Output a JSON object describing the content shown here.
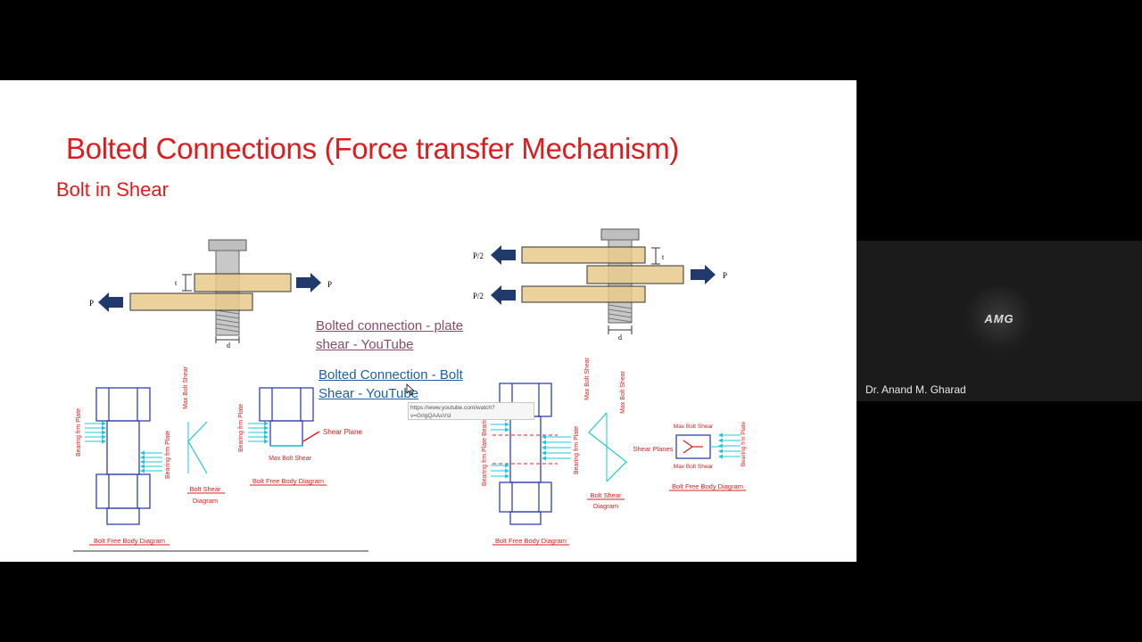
{
  "slide": {
    "title": "Bolted Connections (Force transfer Mechanism)",
    "subtitle": "Bolt in Shear",
    "links": [
      {
        "text": "Bolted connection - plate shear - YouTube"
      },
      {
        "text": "Bolted Connection - Bolt Shear - YouTube"
      }
    ],
    "tooltip": "https://www.youtube.com/watch?v=GrlgQAAsVsI"
  },
  "diagram_labels": {
    "p": "P",
    "p_half": "P/2",
    "t": "t",
    "d": "d",
    "bearing_from_plate": "Bearing frm Plate",
    "max_bolt_shear": "Max Bolt Shear",
    "shear_plane": "Shear Plane",
    "shear_planes": "Shear Planes",
    "bolt_shear_diagram_1": "Bolt Shear",
    "bolt_shear_diagram_2": "Diagram",
    "bolt_fbd": "Bolt Free Body Diagram",
    "plate_bearing": "Bearing frm Plate Bearing"
  },
  "participant": {
    "logo_text": "AMG",
    "name": "Dr. Anand M. Gharad"
  },
  "colors": {
    "title_red": "#e01b1b",
    "plate_fill": "#e8c98a",
    "arrow_blue": "#1f3a6b",
    "bolt_outline": "#2233aa",
    "cyan": "#1ec8d8"
  }
}
